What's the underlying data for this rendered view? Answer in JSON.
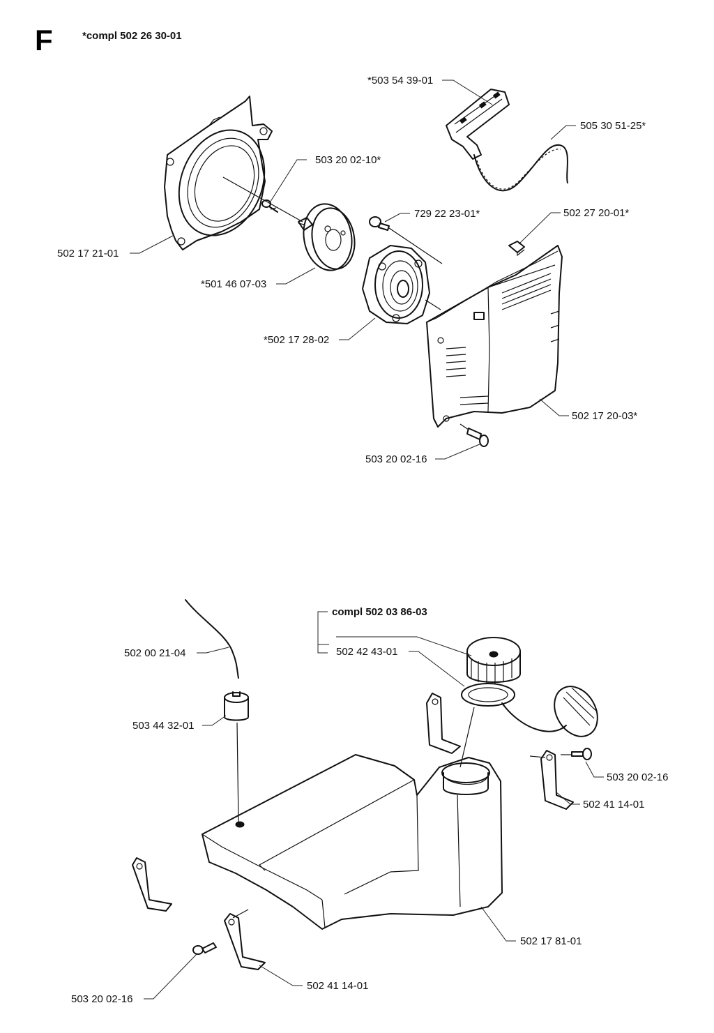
{
  "section_letter": "F",
  "top_assembly": "*compl 502 26 30-01",
  "tank_assembly": "compl 502 03 86-03",
  "parts": {
    "p_503_54_39_01": "*503 54 39-01",
    "p_505_30_51_25": "505 30 51-25*",
    "p_503_20_02_10": "503 20 02-10*",
    "p_729_22_23_01": "729 22 23-01*",
    "p_502_27_20_01": "502 27 20-01*",
    "p_502_17_21_01": "502 17 21-01",
    "p_501_46_07_03": "*501 46 07-03",
    "p_502_17_28_02": "*502 17 28-02",
    "p_502_17_20_03": "502 17 20-03*",
    "p_503_20_02_16_a": "503 20 02-16",
    "p_502_00_21_04": "502 00 21-04",
    "p_502_42_43_01": "502 42 43-01",
    "p_503_44_32_01": "503 44 32-01",
    "p_503_20_02_16_b": "503 20 02-16",
    "p_502_41_14_01_a": "502 41 14-01",
    "p_502_17_81_01": "502 17 81-01",
    "p_502_41_14_01_b": "502 41 14-01",
    "p_503_20_02_16_c": "503 20 02-16"
  }
}
